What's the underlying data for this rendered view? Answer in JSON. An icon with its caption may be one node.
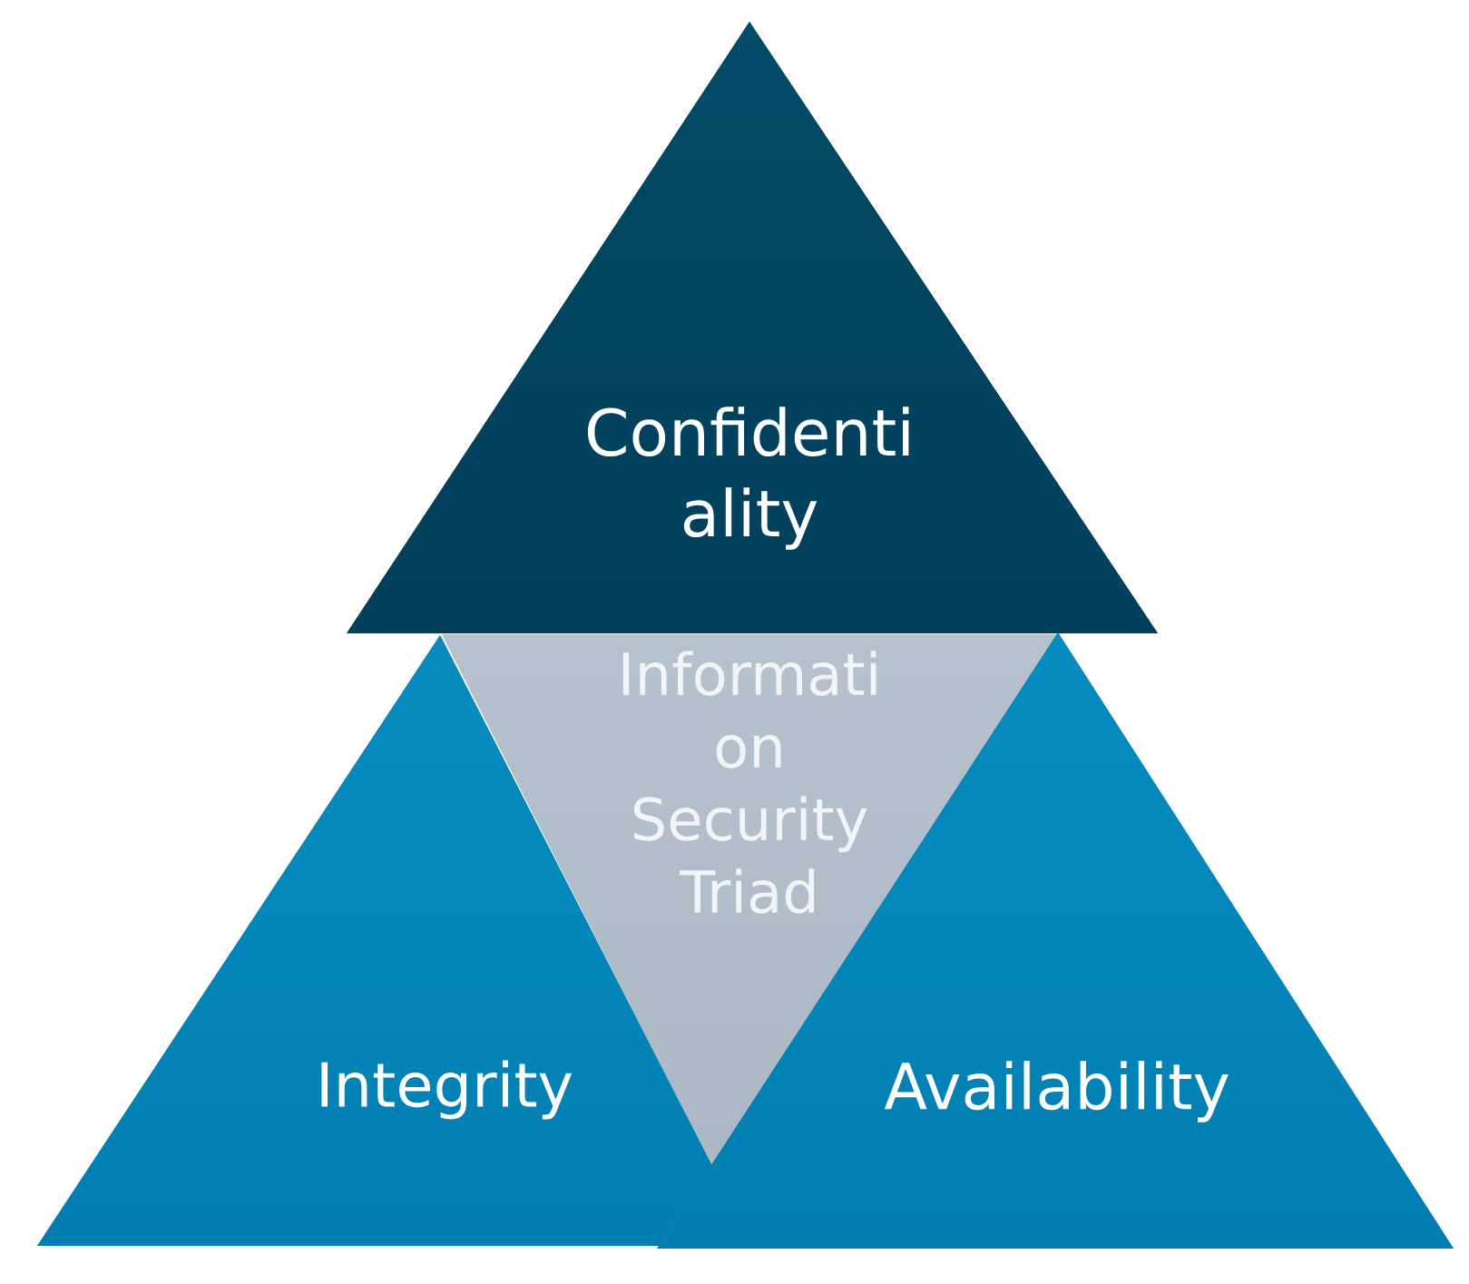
{
  "diagram": {
    "nodes": [
      {
        "text": [
          "Confidenti ality"
        ]
      },
      {
        "text": [
          "Informati on Security Triad"
        ]
      },
      {
        "text": [
          "Integrity"
        ]
      },
      {
        "text": [
          "Availability"
        ]
      }
    ]
  }
}
